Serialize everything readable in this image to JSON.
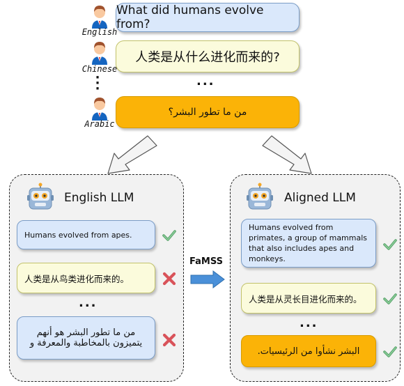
{
  "questions": {
    "english": {
      "lang": "English",
      "text": "What did humans evolve from?"
    },
    "chinese": {
      "lang": "Chinese",
      "text": "人类是从什么进化而来的?"
    },
    "arabic": {
      "lang": "Arabic",
      "text": "من ما تطور البشر؟"
    },
    "ellipsis": "..."
  },
  "left_panel": {
    "title": "English LLM",
    "answers": [
      {
        "text": "Humans evolved from apes.",
        "status": "check"
      },
      {
        "text": "人类是从鸟类进化而来的。",
        "status": "cross"
      },
      {
        "text": "من ما تطور البشر هو أنهم يتميزون بالمخاطبة والمعرفة و",
        "status": "cross"
      }
    ],
    "ellipsis": "..."
  },
  "middle": {
    "label": "FaMSS"
  },
  "right_panel": {
    "title": "Aligned LLM",
    "answers": [
      {
        "text": "Humans evolved from primates, a group of mammals that also includes apes and monkeys.",
        "status": "check"
      },
      {
        "text": "人类是从灵长目进化而来的。",
        "status": "check"
      },
      {
        "text": "البشر نشأوا من الرئيسيات.",
        "status": "check"
      }
    ],
    "ellipsis": "..."
  },
  "colors": {
    "english_fill": "#dae8fb",
    "chinese_fill": "#fbfbdc",
    "arabic_fill": "#fbb307",
    "check": "#5aa36b",
    "cross": "#d9535a",
    "famss_arrow": "#4a90d9"
  }
}
